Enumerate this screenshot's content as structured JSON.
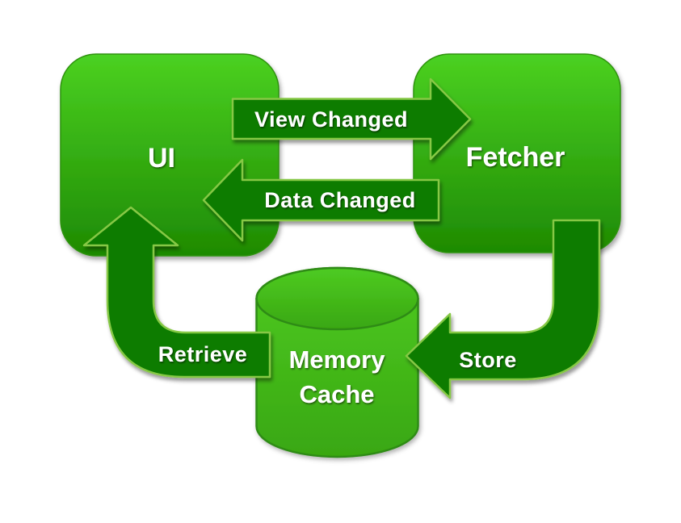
{
  "diagram": {
    "background": "#ffffff",
    "nodes": {
      "ui": {
        "label": "UI",
        "shape": "rounded-square"
      },
      "fetcher": {
        "label": "Fetcher",
        "shape": "rounded-square"
      },
      "memory_cache": {
        "label_line1": "Memory",
        "label_line2": "Cache",
        "shape": "cylinder"
      }
    },
    "arrows": {
      "view_changed": {
        "label": "View Changed",
        "from": "ui",
        "to": "fetcher",
        "direction": "right"
      },
      "data_changed": {
        "label": "Data Changed",
        "from": "fetcher",
        "to": "ui",
        "direction": "left"
      },
      "store": {
        "label": "Store",
        "from": "fetcher",
        "to": "memory_cache",
        "direction": "down-then-left"
      },
      "retrieve": {
        "label": "Retrieve",
        "from": "memory_cache",
        "to": "ui",
        "direction": "left-then-up"
      }
    },
    "colors": {
      "node_gradient_top": "#4bd121",
      "node_gradient_bottom": "#1e8a03",
      "node_border": "#2e9210",
      "cylinder_gradient_top": "#4ecb22",
      "cylinder_gradient_bottom": "#39a711",
      "cylinder_border": "#2e8b12",
      "arrow_fill": "#0a7c04",
      "arrow_outline": "#86c844",
      "label_text": "#ffffff"
    }
  }
}
